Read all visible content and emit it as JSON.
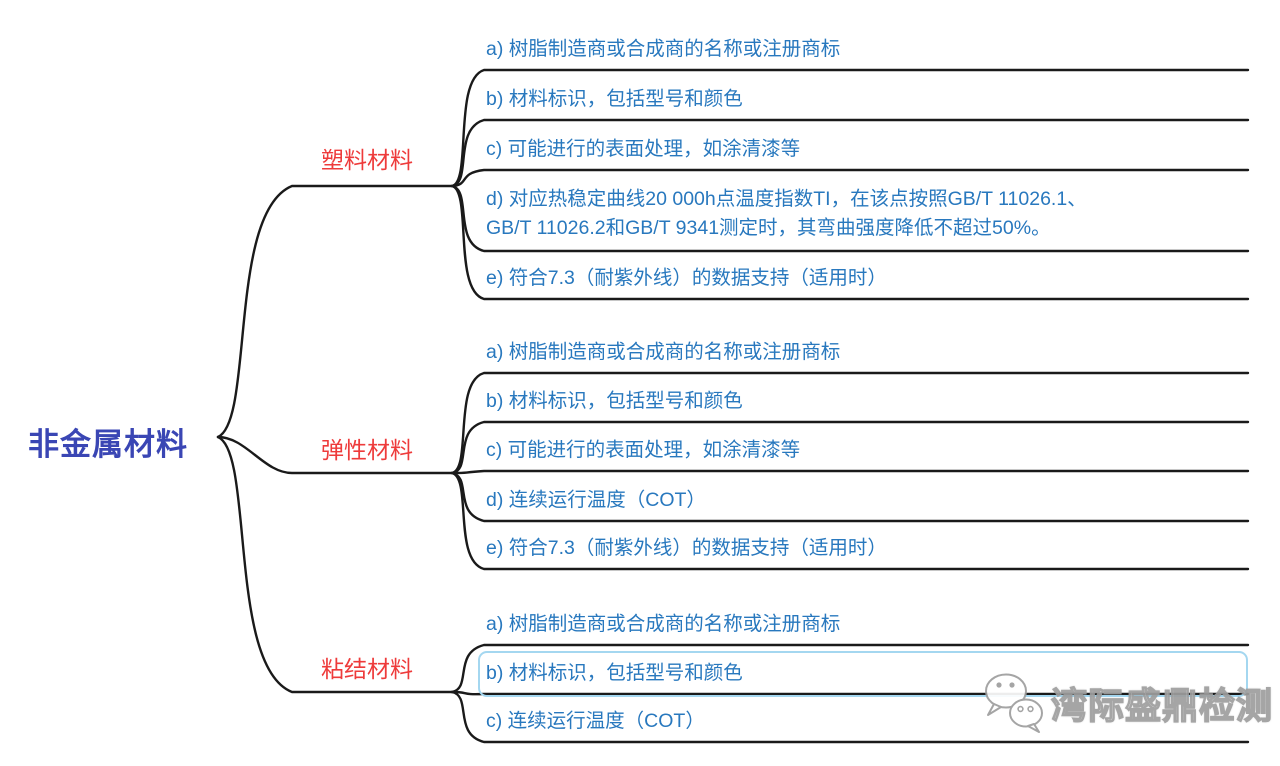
{
  "root": {
    "label": "非金属材料"
  },
  "branches": [
    {
      "label": "塑料材料",
      "leaves": [
        {
          "text": "a) 树脂制造商或合成商的名称或注册商标"
        },
        {
          "text": "b) 材料标识，包括型号和颜色"
        },
        {
          "text": "c) 可能进行的表面处理，如涂清漆等"
        },
        {
          "line1": "d) 对应热稳定曲线20 000h点温度指数TI，在该点按照GB/T 11026.1、",
          "line2": "GB/T 11026.2和GB/T 9341测定时，其弯曲强度降低不超过50%。"
        },
        {
          "text": "e) 符合7.3（耐紫外线）的数据支持（适用时）"
        }
      ]
    },
    {
      "label": "弹性材料",
      "leaves": [
        {
          "text": "a) 树脂制造商或合成商的名称或注册商标"
        },
        {
          "text": "b) 材料标识，包括型号和颜色"
        },
        {
          "text": "c) 可能进行的表面处理，如涂清漆等"
        },
        {
          "text": "d) 连续运行温度（COT）"
        },
        {
          "text": "e) 符合7.3（耐紫外线）的数据支持（适用时）"
        }
      ]
    },
    {
      "label": "粘结材料",
      "leaves": [
        {
          "text": "a) 树脂制造商或合成商的名称或注册商标"
        },
        {
          "text": "b) 材料标识，包括型号和颜色",
          "selected": "true"
        },
        {
          "text": "c) 连续运行温度（COT）"
        }
      ]
    }
  ],
  "watermark": {
    "text": "湾际盛鼎检测",
    "icon": "wechat-icon"
  },
  "colors": {
    "root_text": "#3A46B4",
    "branch_text": "#EE3B3B",
    "leaf_text": "#2878BE",
    "connector_line": "#1A1A1A",
    "selection_border": "#A4D7F0",
    "watermark_outline": "#9E9E9E"
  }
}
